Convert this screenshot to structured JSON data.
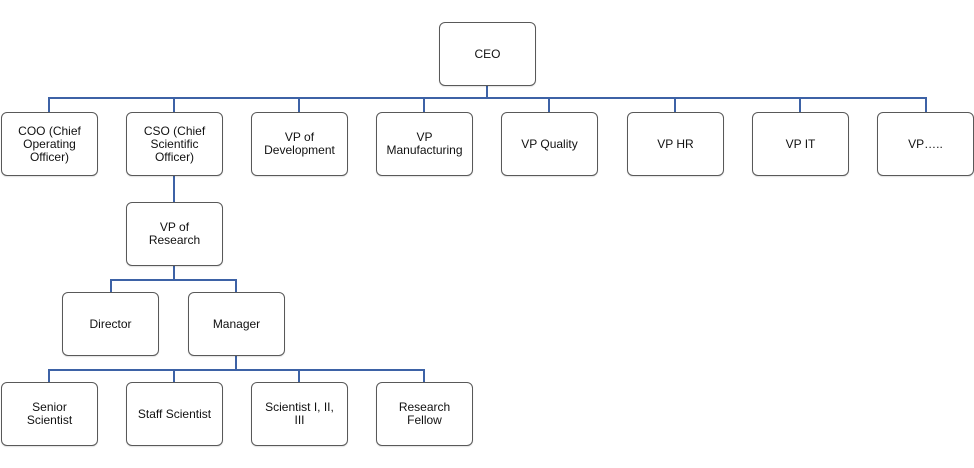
{
  "colors": {
    "connector": "#3d62a6",
    "node_border": "#595959",
    "node_background": "#ffffff",
    "text": "#111111"
  },
  "org_chart": {
    "ceo": "CEO",
    "executives": {
      "coo": "COO (Chief\nOperating\nOfficer)",
      "cso": "CSO (Chief\nScientific\nOfficer)",
      "vp_development": "VP of\nDevelopment",
      "vp_manufacturing": "VP\nManufacturing",
      "vp_quality": "VP Quality",
      "vp_hr": "VP HR",
      "vp_it": "VP IT",
      "vp_more": "VP….."
    },
    "research": {
      "vp_research": "VP of\nResearch",
      "director": "Director",
      "manager": "Manager",
      "senior_scientist": "Senior\nScientist",
      "staff_scientist": "Staff Scientist",
      "scientist_levels": "Scientist I, II,\nIII",
      "research_fellow": "Research\nFellow"
    }
  }
}
